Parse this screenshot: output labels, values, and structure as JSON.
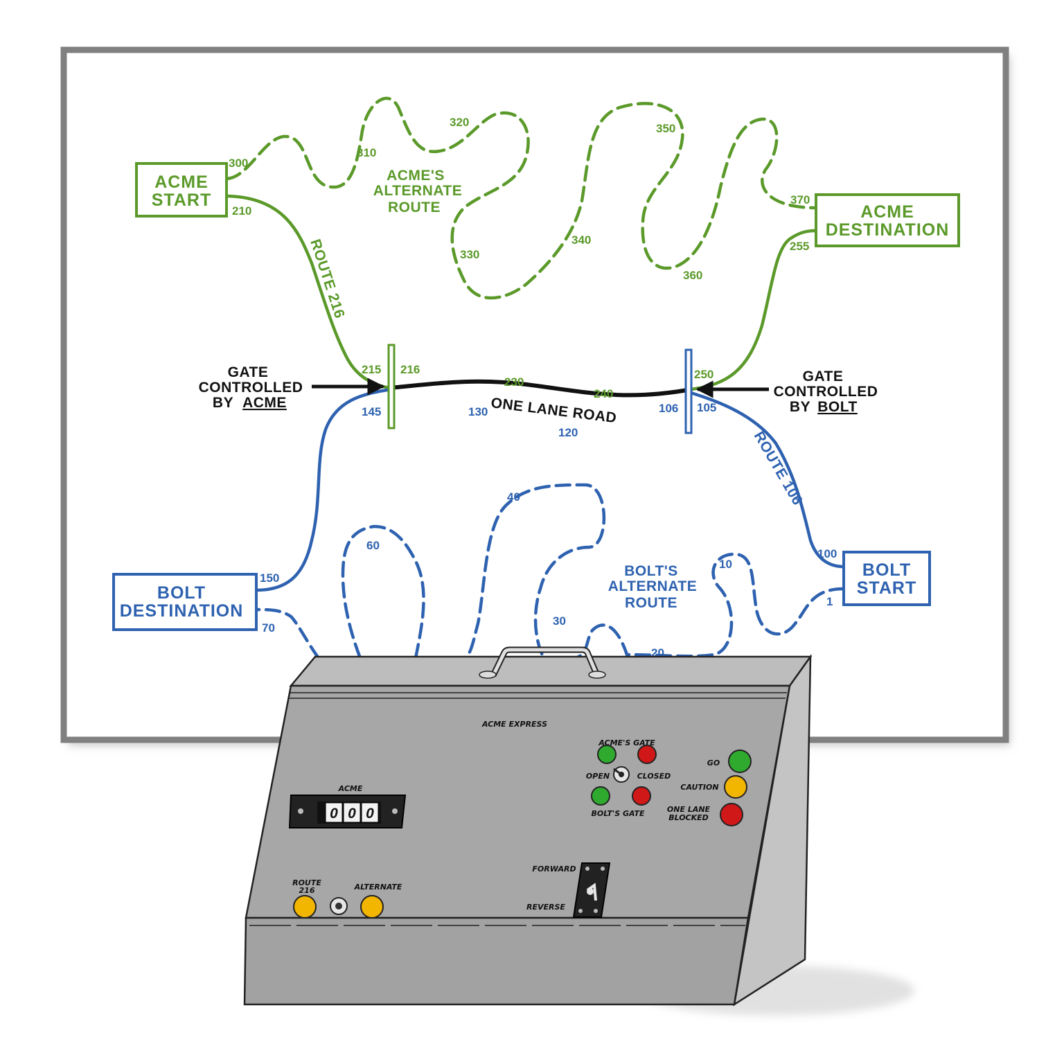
{
  "board": {
    "acme_start": [
      "ACME",
      "START"
    ],
    "acme_destination": [
      "ACME",
      "DESTINATION"
    ],
    "bolt_start": [
      "BOLT",
      "START"
    ],
    "bolt_destination": [
      "BOLT",
      "DESTINATION"
    ],
    "acme_alternate": [
      "ACME'S",
      "ALTERNATE",
      "ROUTE"
    ],
    "bolt_alternate": [
      "BOLT'S",
      "ALTERNATE",
      "ROUTE"
    ],
    "route_216": "ROUTE 216",
    "route_106": "ROUTE 106",
    "one_lane_road": "ONE LANE ROAD",
    "gate_acme": [
      "GATE",
      "CONTROLLED",
      "BY",
      "ACME"
    ],
    "gate_bolt": [
      "GATE",
      "CONTROLLED",
      "BY",
      "BOLT"
    ],
    "green_numbers": {
      "n300": "300",
      "n210": "210",
      "n310": "310",
      "n320": "320",
      "n330": "330",
      "n340": "340",
      "n350": "350",
      "n360": "360",
      "n370": "370",
      "n255": "255",
      "n215": "215",
      "n216": "216",
      "n230": "230",
      "n240": "240",
      "n250": "250"
    },
    "blue_numbers": {
      "n145": "145",
      "n130": "130",
      "n120": "120",
      "n106": "106",
      "n105": "105",
      "n100": "100",
      "n1": "1",
      "n10": "10",
      "n20": "20",
      "n30": "30",
      "n40": "40",
      "n60": "60",
      "n70": "70",
      "n150": "150"
    }
  },
  "device": {
    "title": "ACME EXPRESS",
    "counter_label": "ACME",
    "counter_digits": [
      "0",
      "0",
      "0"
    ],
    "acmes_gate": "ACME'S GATE",
    "bolts_gate": "BOLT'S GATE",
    "open": "OPEN",
    "closed": "CLOSED",
    "go": "GO",
    "caution": "CAUTION",
    "one_lane_blocked": [
      "ONE LANE",
      "BLOCKED"
    ],
    "route_216": [
      "ROUTE",
      "216"
    ],
    "alternate": "ALTERNATE",
    "forward": "FORWARD",
    "reverse": "REVERSE"
  },
  "colors": {
    "acme_green": "#5b9a2a",
    "bolt_blue": "#2e62b0",
    "device_gray": "#a7a7a7",
    "led_green": "#2faa2f",
    "led_red": "#d01818",
    "led_yellow": "#f2b500"
  }
}
